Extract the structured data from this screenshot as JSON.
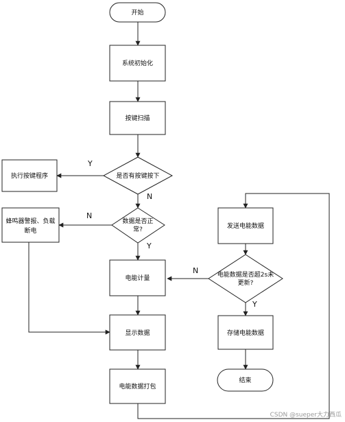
{
  "nodes": {
    "start": "开始",
    "init": "系统初始化",
    "scan": "按键扫描",
    "key_pressed": "是否有按键按下",
    "exec_key": "执行按键程序",
    "data_normal_1": "数据是否正",
    "data_normal_2": "常?",
    "alarm_1": "蜂鸣器警报、负载",
    "alarm_2": "断电",
    "energy_meter": "电能计量",
    "display": "显示数据",
    "pack": "电能数据打包",
    "send": "发送电能数据",
    "over2s_1": "电能数据是否超2s未",
    "over2s_2": "更新?",
    "store": "存储电能数据",
    "end": "结束"
  },
  "edge_labels": {
    "key_yes": "Y",
    "key_no": "N",
    "data_no": "N",
    "data_yes": "Y",
    "over_no": "N",
    "over_yes": "Y"
  },
  "watermark": "CSDN @sueper大力西瓜"
}
